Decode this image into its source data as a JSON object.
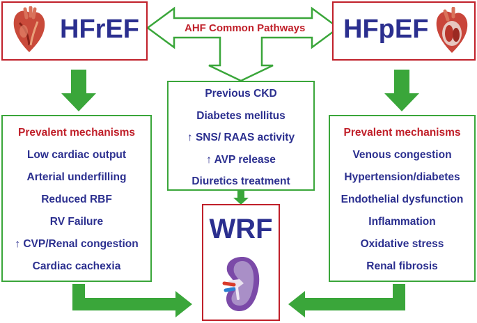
{
  "hfref": {
    "title": "HFrEF"
  },
  "hfpef": {
    "title": "HFpEF"
  },
  "pathway": {
    "label": "AHF Common Pathways"
  },
  "left_panel": {
    "heading": "Prevalent mechanisms",
    "items": [
      "Low cardiac output",
      "Arterial underfilling",
      "Reduced RBF",
      "RV Failure",
      "↑ CVP/Renal congestion",
      "Cardiac cachexia"
    ]
  },
  "center_panel": {
    "items": [
      "Previous CKD",
      "Diabetes mellitus",
      "↑ SNS/ RAAS activity",
      "↑ AVP release",
      "Diuretics treatment"
    ]
  },
  "right_panel": {
    "heading": "Prevalent mechanisms",
    "items": [
      "Venous congestion",
      "Hypertension/diabetes",
      "Endothelial dysfunction",
      "Inflammation",
      "Oxidative stress",
      "Renal fibrosis"
    ]
  },
  "wrf": {
    "title": "WRF"
  },
  "colors": {
    "red": "#c0202a",
    "green": "#3aa63a",
    "navy": "#2b2f8f"
  },
  "icons": [
    "heart-icon",
    "heart-icon",
    "kidney-icon"
  ]
}
